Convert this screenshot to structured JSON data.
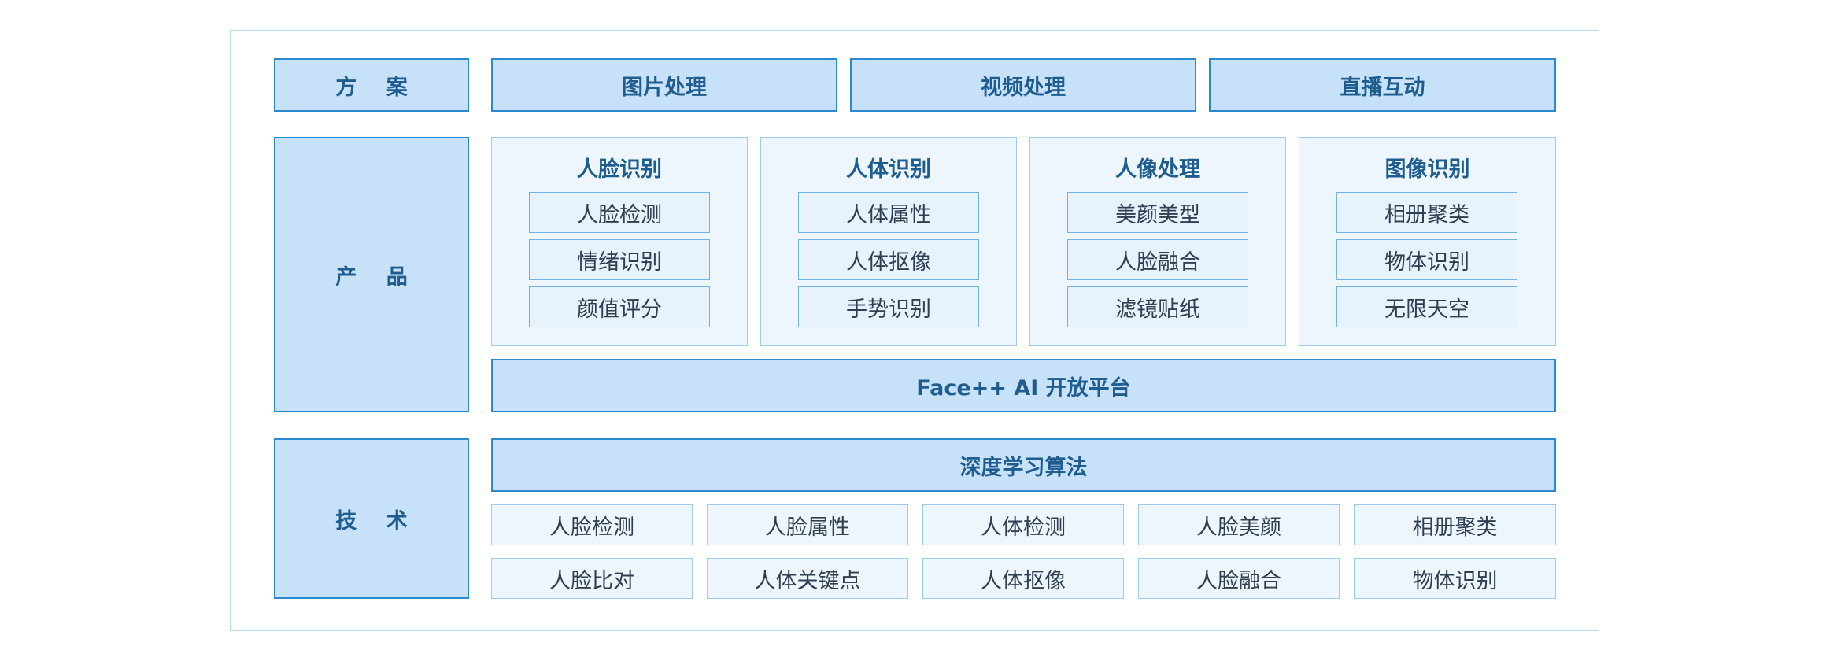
{
  "rows": {
    "solution": "方 案",
    "product": "产 品",
    "technology": "技 术"
  },
  "solutions": [
    "图片处理",
    "视频处理",
    "直播互动"
  ],
  "products": [
    {
      "title": "人脸识别",
      "items": [
        "人脸检测",
        "情绪识别",
        "颜值评分"
      ]
    },
    {
      "title": "人体识别",
      "items": [
        "人体属性",
        "人体抠像",
        "手势识别"
      ]
    },
    {
      "title": "人像处理",
      "items": [
        "美颜美型",
        "人脸融合",
        "滤镜贴纸"
      ]
    },
    {
      "title": "图像识别",
      "items": [
        "相册聚类",
        "物体识别",
        "无限天空"
      ]
    }
  ],
  "platform": "Face++ AI 开放平台",
  "algorithm": "深度学习算法",
  "technologies": [
    [
      "人脸检测",
      "人脸属性",
      "人体检测",
      "人脸美颜",
      "相册聚类"
    ],
    [
      "人脸比对",
      "人体关键点",
      "人体抠像",
      "人脸融合",
      "物体识别"
    ]
  ],
  "colors": {
    "dark_fill": "#c7e2f8",
    "dark_border": "#2c89cf",
    "light_fill": "#e6f2fc",
    "panel_fill": "#eef6fd",
    "frame_border": "#b9d9f1",
    "title_text": "#1f5c8f"
  }
}
